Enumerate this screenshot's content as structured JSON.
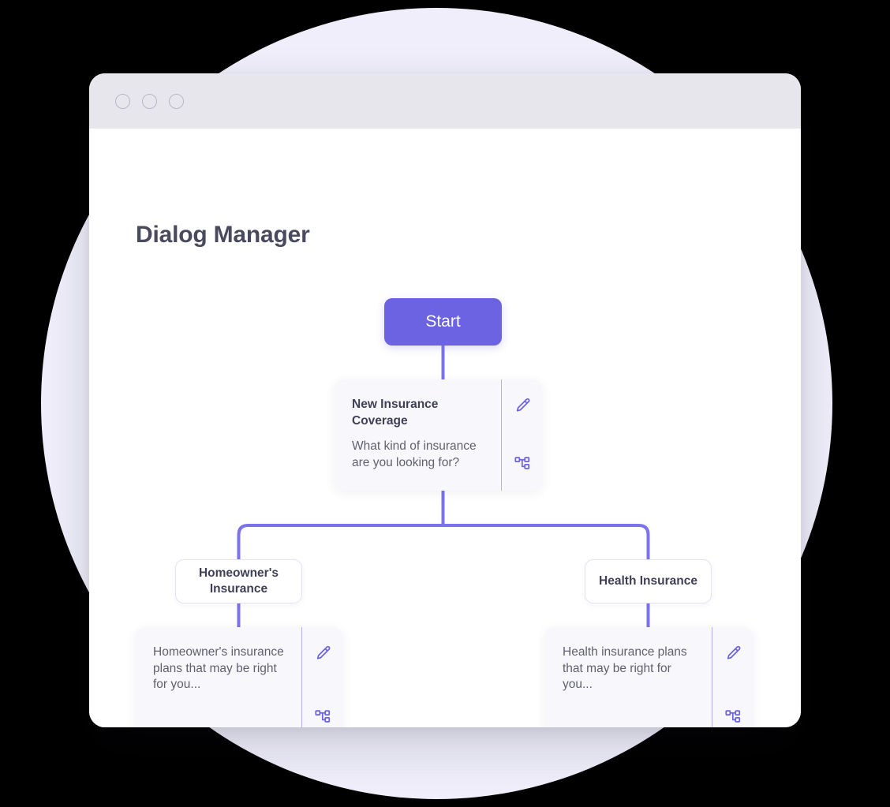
{
  "window": {
    "traffic_lights": [
      "close",
      "minimize",
      "maximize"
    ],
    "page_title": "Dialog Manager"
  },
  "colors": {
    "accent": "#6C63E2",
    "connector": "#7B72EC",
    "card_bg": "#F8F8FC",
    "backdrop_circle": "#EFEEFA",
    "title_bar": "#E7E6EC",
    "heading_text": "#3F3F56",
    "body_text": "#60606F"
  },
  "flow": {
    "start": {
      "label": "Start"
    },
    "root_card": {
      "heading": "New Insurance Coverage",
      "body": "What kind of insurance are you looking for?",
      "actions": [
        {
          "name": "edit-icon",
          "label": "Edit"
        },
        {
          "name": "sitemap-icon",
          "label": "Branch"
        }
      ]
    },
    "branches": [
      {
        "pill_label": "Homeowner's Insurance",
        "card_body": "Homeowner's insurance plans that may be right for you...",
        "actions": [
          {
            "name": "edit-icon",
            "label": "Edit"
          },
          {
            "name": "sitemap-icon",
            "label": "Branch"
          }
        ]
      },
      {
        "pill_label": "Health Insurance",
        "card_body": "Health insurance plans that may be right for you...",
        "actions": [
          {
            "name": "edit-icon",
            "label": "Edit"
          },
          {
            "name": "sitemap-icon",
            "label": "Branch"
          }
        ]
      }
    ]
  }
}
